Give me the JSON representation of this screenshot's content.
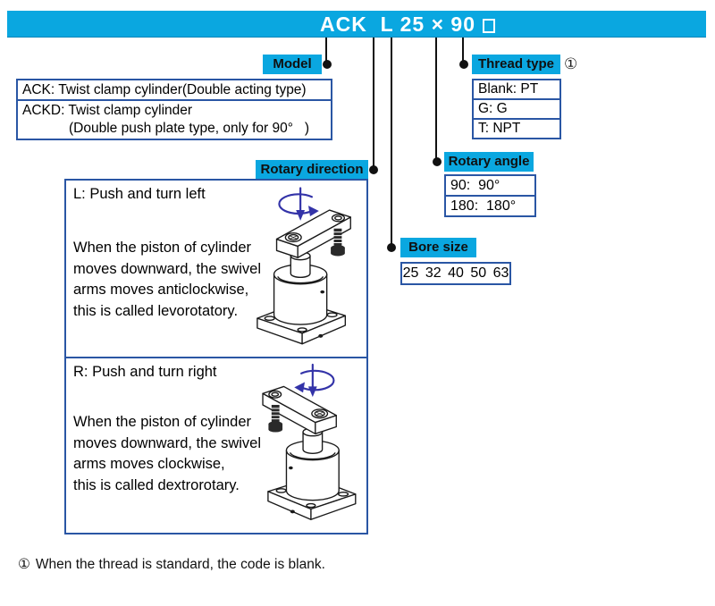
{
  "colors": {
    "accent_cyan": "#0aa7e0",
    "box_border": "#2a56a4",
    "arrow_blue": "#3333a8"
  },
  "header": {
    "code": "ACK  L 25 × 90",
    "placeholder": "□"
  },
  "callouts": {
    "model": {
      "label": "Model"
    },
    "rotary_direction": {
      "label": "Rotary direction"
    },
    "bore_size": {
      "label": "Bore size",
      "values": "25 32 40 50 63"
    },
    "rotary_angle": {
      "label": "Rotary angle",
      "options": [
        "90:  90°",
        "180:  180°"
      ]
    },
    "thread_type": {
      "label": "Thread type",
      "note_ref": "①",
      "options": [
        "Blank: PT",
        "G: G",
        "T: NPT"
      ]
    }
  },
  "model_box": {
    "row1": "ACK: Twist clamp cylinder(Double acting type)",
    "row2_line1": "ACKD: Twist clamp cylinder",
    "row2_line2": "(Double push plate type, only for 90°   )"
  },
  "direction_box": {
    "left": {
      "title": "L: Push and turn left",
      "description": "When the piston of cylinder\nmoves downward, the swivel\narms moves anticlockwise,\nthis is called levorotatory."
    },
    "right": {
      "title": "R: Push and turn right",
      "description": "When the piston of cylinder\nmoves downward, the swivel\narms moves clockwise,\nthis is called dextrorotary."
    }
  },
  "footnote": {
    "ref": "①",
    "text": "When the thread is standard, the code is blank."
  }
}
